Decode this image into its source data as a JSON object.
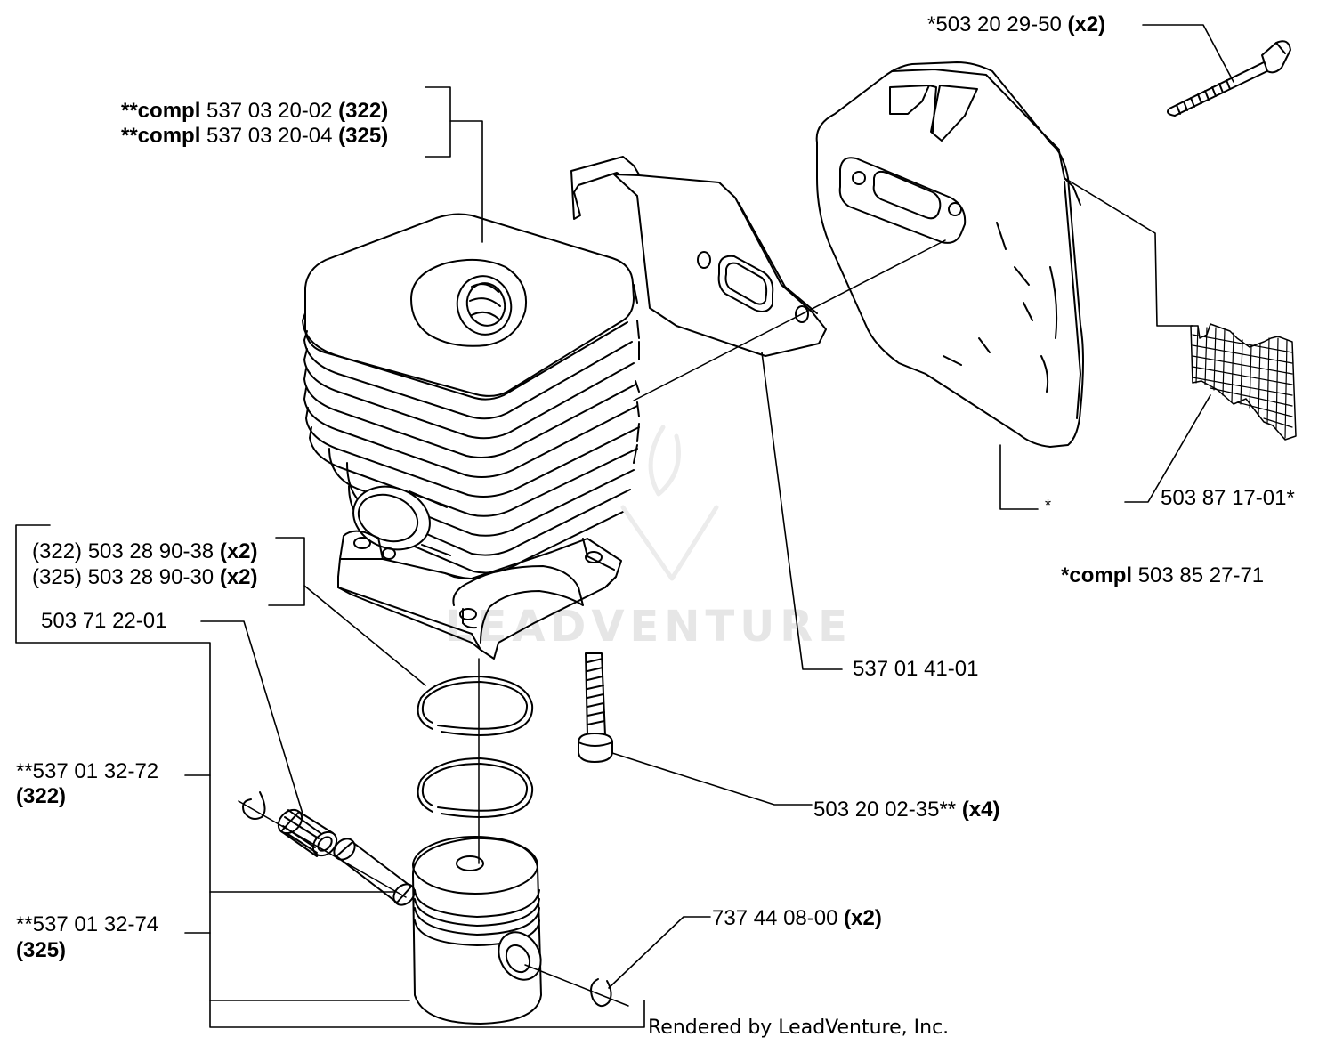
{
  "labels": {
    "cyl_322": {
      "prefix": "**compl",
      "part": " 537 03 20-02 ",
      "suffix": "(322)"
    },
    "cyl_325": {
      "prefix": "**compl",
      "part": " 537 03 20-04 ",
      "suffix": "(325)"
    },
    "screw_muffler": {
      "part": "*503 20 29-50 ",
      "suffix": "(x2)"
    },
    "screen": {
      "part": "503 87 17-01*"
    },
    "muffler_star": {
      "part": "*"
    },
    "muffler_compl": {
      "prefix": "*compl",
      "part": " 503 85 27-71"
    },
    "gasket_plate": {
      "part": "537 01 41-01"
    },
    "ring_322": {
      "part": "(322) 503 28 90-38 ",
      "suffix": "(x2)"
    },
    "ring_325": {
      "part": "(325) 503 28 90-30 ",
      "suffix": "(x2)"
    },
    "needle_bearing": {
      "part": "503 71 22-01"
    },
    "cyl_screw": {
      "part": "503 20 02-35** ",
      "suffix": "(x4)"
    },
    "piston_322": {
      "part": "**537 01 32-72",
      "suffix": "(322)"
    },
    "piston_325": {
      "part": "**537 01 32-74",
      "suffix": "(325)"
    },
    "circlip": {
      "part": "737 44 08-00 ",
      "suffix": "(x2)"
    }
  },
  "footer": "Rendered by LeadVenture, Inc.",
  "watermark": "LEADVENTURE",
  "colors": {
    "ink": "#000000",
    "watermark": "#e6e6e6"
  }
}
